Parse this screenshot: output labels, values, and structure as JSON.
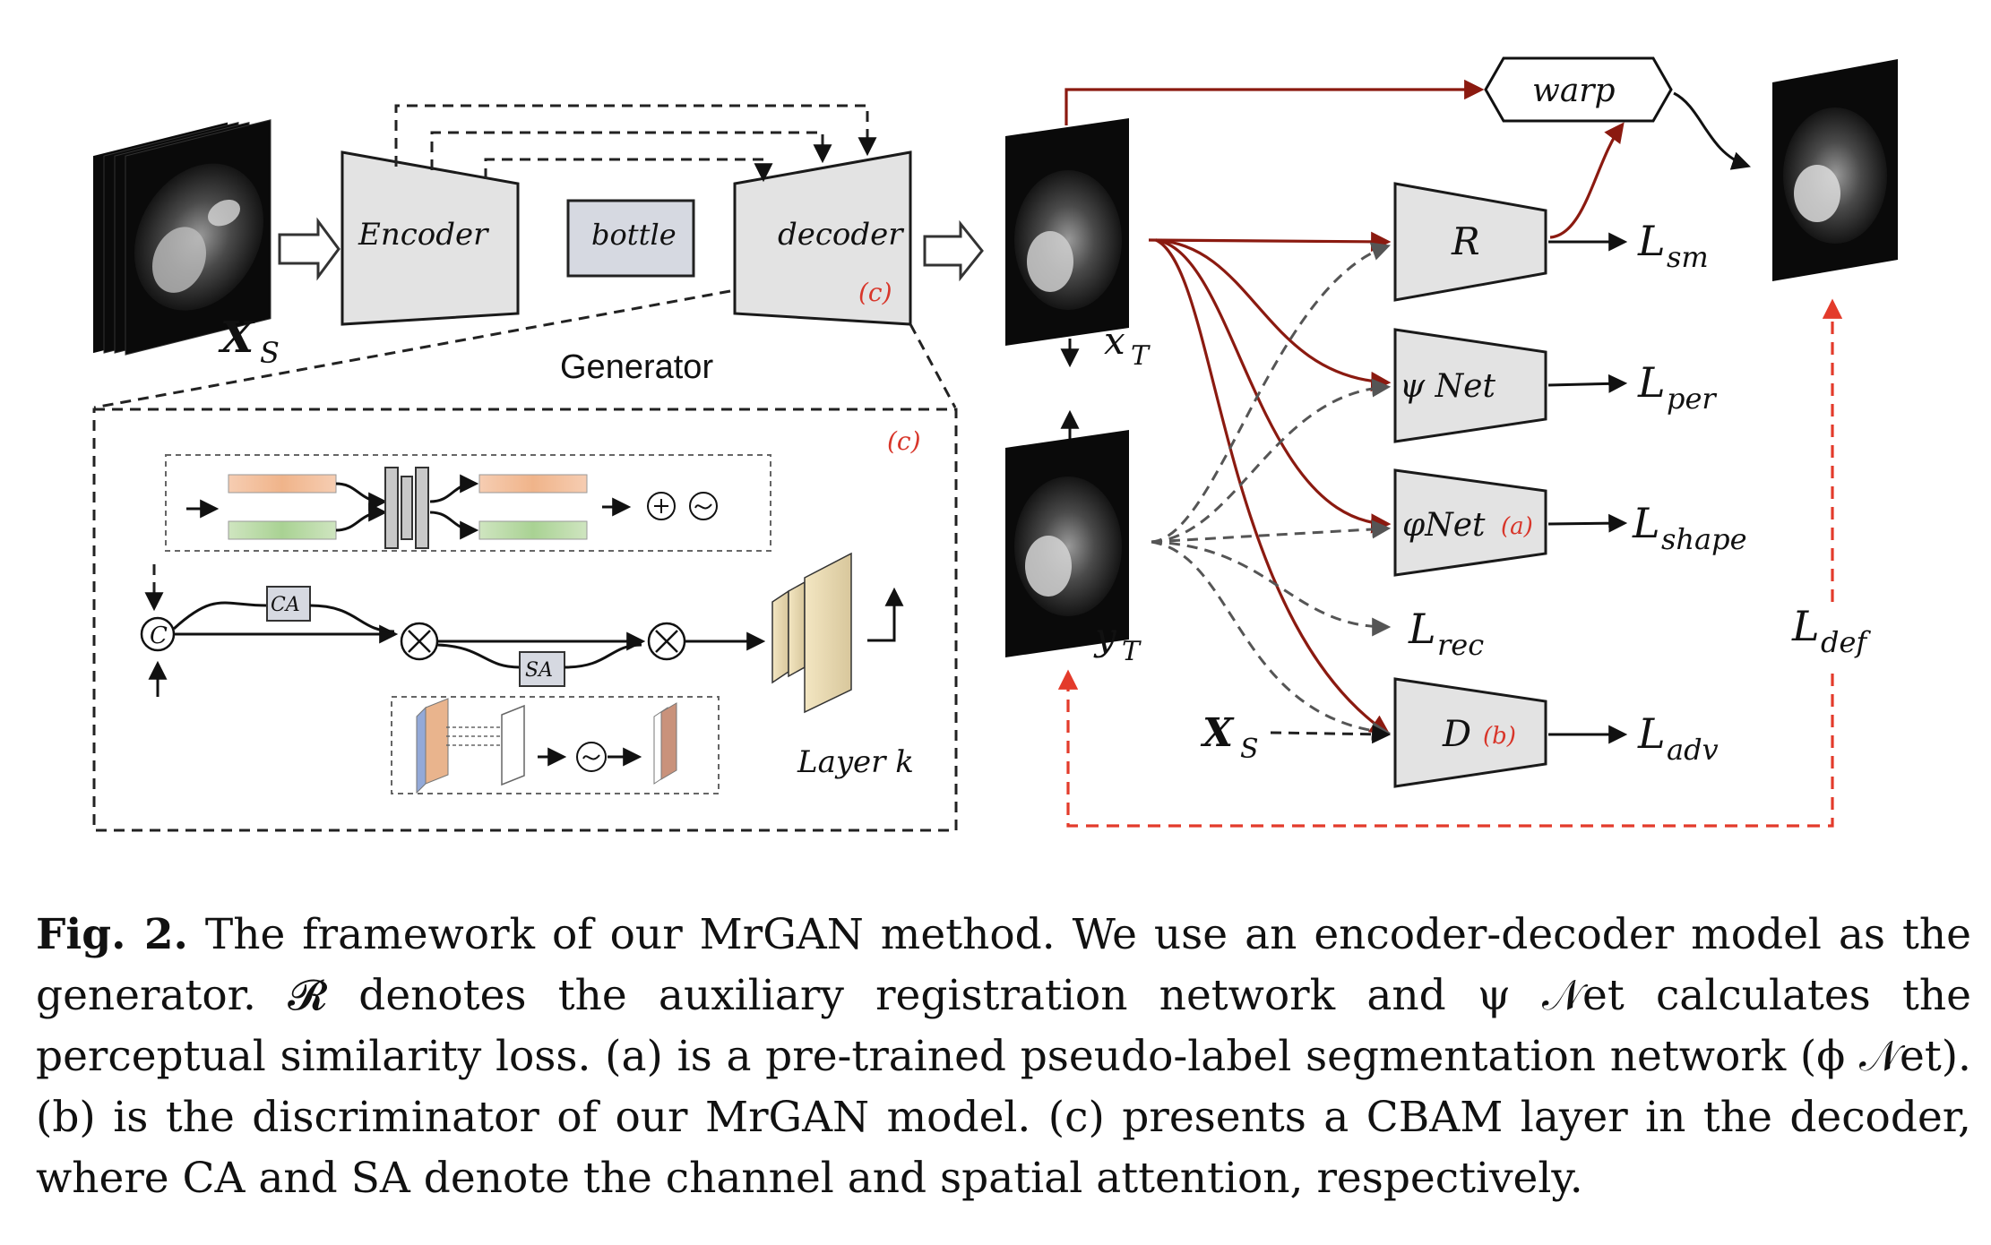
{
  "diagram": {
    "inputs": {
      "source": "X",
      "source_sub": "S"
    },
    "generator": {
      "label": "Generator",
      "encoder": "Encoder",
      "bottleneck": "bottle",
      "decoder": "decoder",
      "decoder_tag": "(c)"
    },
    "outputs": {
      "x_target": "x",
      "x_target_sub": "T",
      "y_target": "y",
      "y_target_sub": "T",
      "warp": "warp"
    },
    "networks": {
      "registration": "R",
      "psi_net": "ψ Net",
      "phi_net": "φNet",
      "phi_tag": "(a)",
      "discriminator": "D",
      "disc_tag": "(b)",
      "source_input": "X",
      "source_input_sub": "S"
    },
    "losses": {
      "sm": "sm",
      "per": "per",
      "shape": "shape",
      "rec": "rec",
      "adv": "adv",
      "def": "def",
      "symbol": "L"
    },
    "cbam": {
      "tag": "(c)",
      "concat": "C",
      "ca": "CA",
      "sa": "SA",
      "layer": "Layer k"
    }
  },
  "caption": {
    "fig_label": "Fig. 2.",
    "text": "The framework of our MrGAN method. We use an encoder-decoder model as the generator. 𝓡 denotes the auxiliary registration network and ψ 𝒩et calculates the perceptual similarity loss. (a) is a pre-trained pseudo-label segmentation network (ϕ 𝒩et). (b) is the discriminator of our MrGAN model. (c) presents a CBAM layer in the decoder, where CA and SA denote the channel and spatial attention, respectively."
  },
  "colors": {
    "dark_red": "#8b1a10",
    "red_dashed": "#e33b2b",
    "box_fill": "#e3e3e3",
    "bottle_fill": "#d6d9e1"
  }
}
